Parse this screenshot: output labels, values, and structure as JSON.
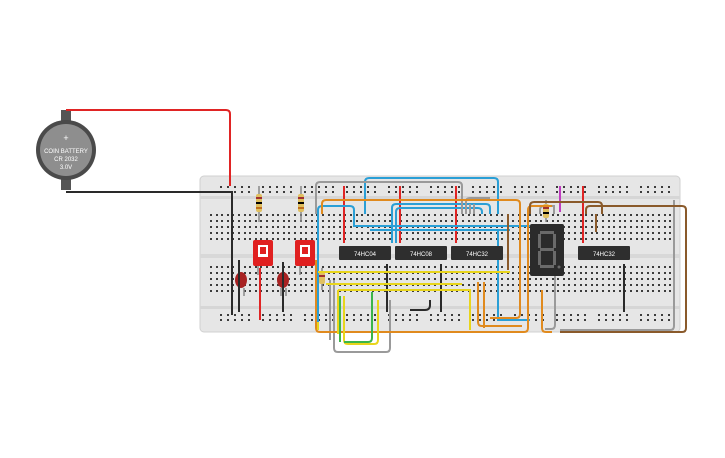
{
  "battery": {
    "label_line1": "COIN BATTERY",
    "label_line2": "CR 2032",
    "label_line3": "3.0V",
    "plus_symbol": "+",
    "body_color": "#4a4a4a",
    "face_color": "#8e8e8e"
  },
  "chips": [
    {
      "id": "chip-1",
      "label": "74HC04"
    },
    {
      "id": "chip-2",
      "label": "74HC08"
    },
    {
      "id": "chip-3",
      "label": "74HC32"
    },
    {
      "id": "chip-4",
      "label": "74HC32"
    }
  ],
  "seven_segment": {
    "digit": "8",
    "color": "#2b2b2b"
  },
  "breadboard": {
    "color": "#e6e6e6",
    "hole_color": "#3c3c3c"
  },
  "wire_colors": {
    "red": "#e02424",
    "black": "#2a2a2a",
    "blue": "#2a9fd6",
    "orange": "#e08a1e",
    "yellow": "#e8d51c",
    "green": "#3bb54a",
    "gray": "#9a9a9a",
    "brown": "#8a5a2b",
    "purple": "#c03cc0"
  },
  "switch_color": "#e02020",
  "led_color": "#a82222"
}
